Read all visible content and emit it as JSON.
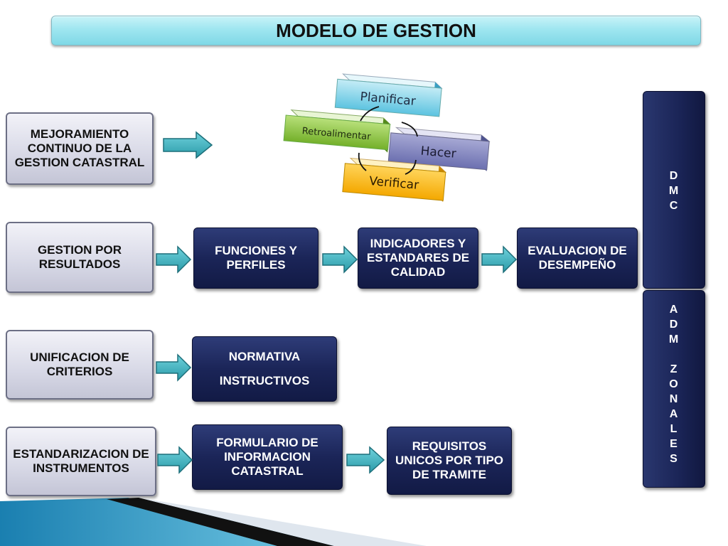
{
  "title": "MODELO DE GESTION",
  "cycle": {
    "planificar": "Planificar",
    "hacer": "Hacer",
    "verificar": "Verificar",
    "retroalimentar": "Retroalimentar"
  },
  "rows": [
    {
      "label": "MEJORAMIENTO CONTINUO DE LA GESTION CATASTRAL"
    },
    {
      "label": "GESTION POR RESULTADOS",
      "steps": [
        "FUNCIONES Y PERFILES",
        "INDICADORES Y ESTANDARES DE CALIDAD",
        "EVALUACION DE DESEMPEÑO"
      ]
    },
    {
      "label": "UNIFICACION DE CRITERIOS",
      "lines": [
        "NORMATIVA",
        "INSTRUCTIVOS"
      ]
    },
    {
      "label": "ESTANDARIZACION DE INSTRUMENTOS",
      "steps": [
        "FORMULARIO DE INFORMACION CATASTRAL",
        "REQUISITOS UNICOS POR TIPO DE TRAMITE"
      ]
    }
  ],
  "side": {
    "dmc": [
      "D",
      "M",
      "C"
    ],
    "adm": [
      "A",
      "D",
      "M"
    ],
    "zonales": [
      "Z",
      "O",
      "N",
      "A",
      "L",
      "E",
      "S"
    ]
  }
}
